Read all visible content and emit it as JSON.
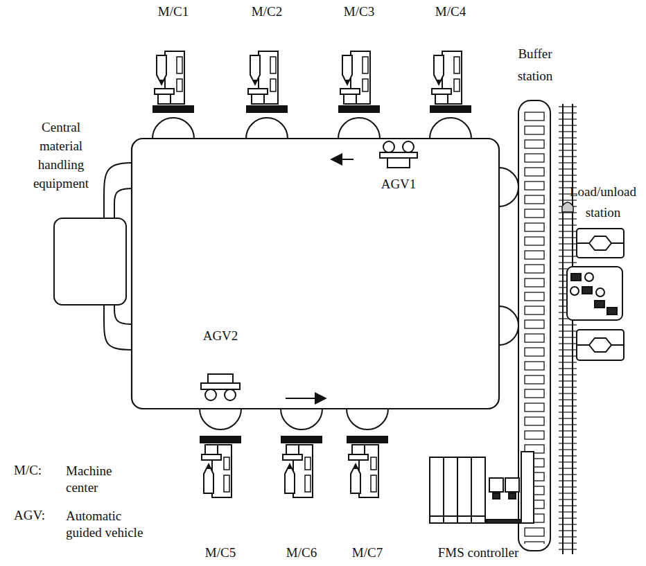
{
  "diagram": {
    "labels": [
      "M/C1",
      "M/C2",
      "M/C3",
      "M/C4",
      "Buffer station",
      "Central material handling equipment",
      "AGV1",
      "Load/unload station",
      "AGV2",
      "M/C:",
      "Machine center",
      "AGV:",
      "Automatic guided vehicle",
      "M/C5",
      "M/C6",
      "M/C7",
      "FMS controller"
    ]
  }
}
